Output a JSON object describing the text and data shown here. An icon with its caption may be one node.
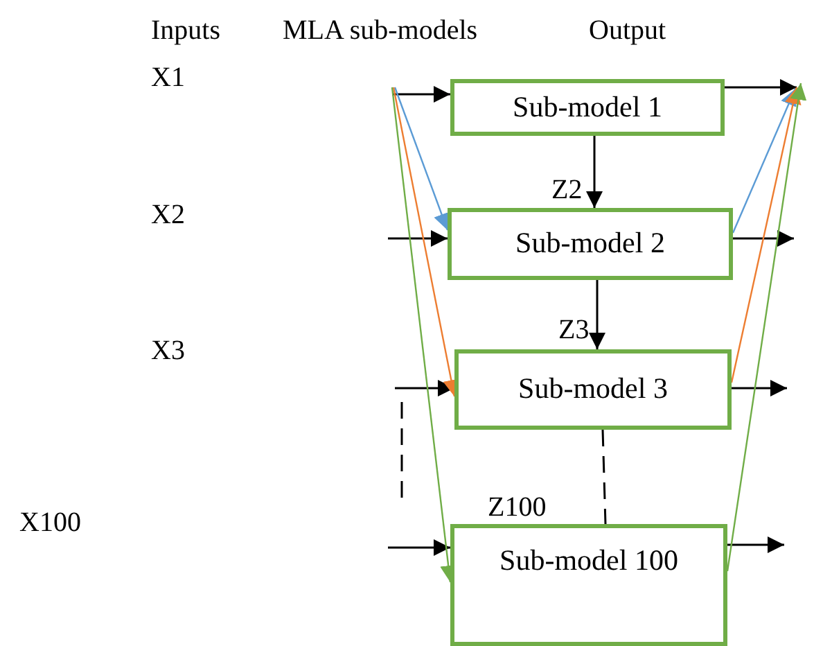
{
  "diagram": {
    "nodes": [
      {
        "text": [
          "Sub-model 1"
        ]
      },
      {
        "text": [
          "Sub-model 2"
        ]
      },
      {
        "text": [
          "Sub-model 3"
        ]
      },
      {
        "text": [
          "Sub-model 100"
        ]
      }
    ],
    "edges": [
      {
        "from": null,
        "to": 0,
        "arrow": "to"
      },
      {
        "from": null,
        "to": 1,
        "arrow": "to"
      },
      {
        "from": null,
        "to": 2,
        "arrow": "to"
      },
      {
        "from": null,
        "to": 3,
        "arrow": "to"
      },
      {
        "from": 0,
        "to": null,
        "arrow": "to"
      },
      {
        "from": 1,
        "to": null,
        "arrow": "to"
      },
      {
        "from": 2,
        "to": null,
        "arrow": "to"
      },
      {
        "from": 3,
        "to": null,
        "arrow": "to"
      },
      {
        "from": 0,
        "to": 1,
        "arrow": "to"
      },
      {
        "from": 1,
        "to": 2,
        "arrow": "to"
      },
      {
        "from": 2,
        "to": 3,
        "arrow": "none",
        "style": "dashed"
      },
      {
        "from": null,
        "to": 1,
        "arrow": "to",
        "color": "#5b9bd5"
      },
      {
        "from": null,
        "to": 2,
        "arrow": "to",
        "color": "#ed7d31"
      },
      {
        "from": null,
        "to": 3,
        "arrow": "to",
        "color": "#70ad47"
      },
      {
        "from": 1,
        "to": null,
        "arrow": "to",
        "color": "#5b9bd5"
      },
      {
        "from": 2,
        "to": null,
        "arrow": "to",
        "color": "#ed7d31"
      },
      {
        "from": 3,
        "to": null,
        "arrow": "to",
        "color": "#70ad47"
      }
    ],
    "labels": [
      "Inputs",
      "MLA sub-models",
      "Output",
      "X1",
      "X2",
      "Z2",
      "X3",
      "Z3",
      "X100",
      "Z100"
    ]
  }
}
